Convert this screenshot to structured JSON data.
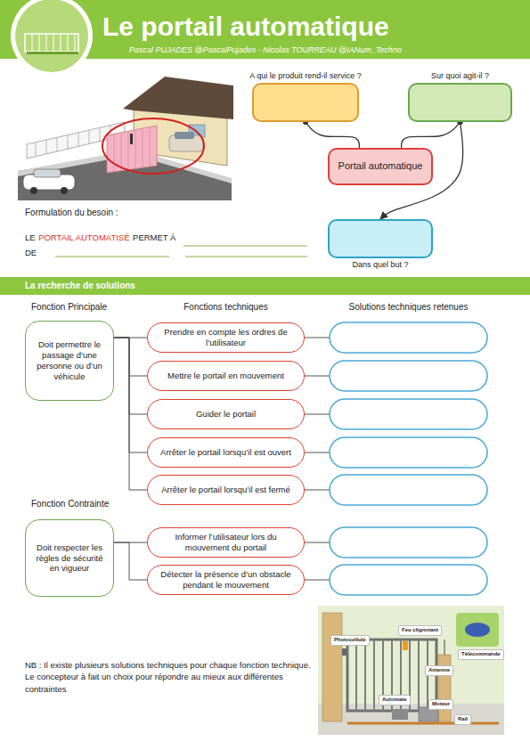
{
  "diagram": {
    "title": "Le portail automatique",
    "nodes": [
      {
        "text": [
          "A qui le produit rend-il service ?"
        ]
      },
      {
        "text": [
          "Sur quoi agit-il ?"
        ]
      },
      {
        "text": [
          "Portail automatique"
        ]
      },
      {
        "text": [
          "Dans quel but ?"
        ]
      },
      {
        "text": [
          "La recherche de solutions"
        ]
      },
      {
        "text": [
          "Doit permettre le passage d’une personne ou d’un véhicule"
        ]
      },
      {
        "text": [
          "Prendre en compte les ordres de l’utilisateur"
        ]
      },
      {
        "text": [
          "Mettre le portail en mouvement"
        ]
      },
      {
        "text": [
          "Guider le portail"
        ]
      },
      {
        "text": [
          "Arrêter le portail lorsqu’il est ouvert"
        ]
      },
      {
        "text": [
          "Arrêter le portail lorsqu’il est fermé"
        ]
      },
      {
        "text": [
          "Doit respecter les règles de sécurité en vigueur"
        ]
      },
      {
        "text": [
          "Informer l’utilisateur lors du mouvement du portail"
        ]
      },
      {
        "text": [
          "Détecter la présence d’un obstacle pendant le mouvement"
        ]
      }
    ],
    "edges": [
      {
        "from": 0,
        "to": 2,
        "arrow": "none"
      },
      {
        "from": 1,
        "to": 2,
        "arrow": "none"
      },
      {
        "from": 1,
        "to": 3,
        "arrow": "to"
      },
      {
        "from": 5,
        "to": 6,
        "arrow": "none"
      },
      {
        "from": 5,
        "to": 7,
        "arrow": "none"
      },
      {
        "from": 5,
        "to": 8,
        "arrow": "none"
      },
      {
        "from": 5,
        "to": 9,
        "arrow": "none"
      },
      {
        "from": 5,
        "to": 10,
        "arrow": "none"
      },
      {
        "from": 11,
        "to": 12,
        "arrow": "none"
      },
      {
        "from": 11,
        "to": 13,
        "arrow": "none"
      }
    ],
    "labels": [
      "Pascal PUJADES @PascalPujades - Nicolas TOURREAU @IANum_Techno",
      "Formulation du besoin :",
      "LE",
      "PORTAIL AUTOMATISÉ",
      "PERMET À",
      "DE",
      "Fonction Principale",
      "Fonctions techniques",
      "Solutions techniques retenues",
      "Fonction Contrainte",
      "NB : Il existe plusieurs solutions techniques pour chaque fonction technique. Le concepteur à fait un choix pour répondre au mieux aux différentes contraintes",
      "Feu clignotant",
      "Photocellule",
      "Télécommande",
      "Antenne",
      "Automate",
      "Moteur",
      "Rail"
    ]
  }
}
